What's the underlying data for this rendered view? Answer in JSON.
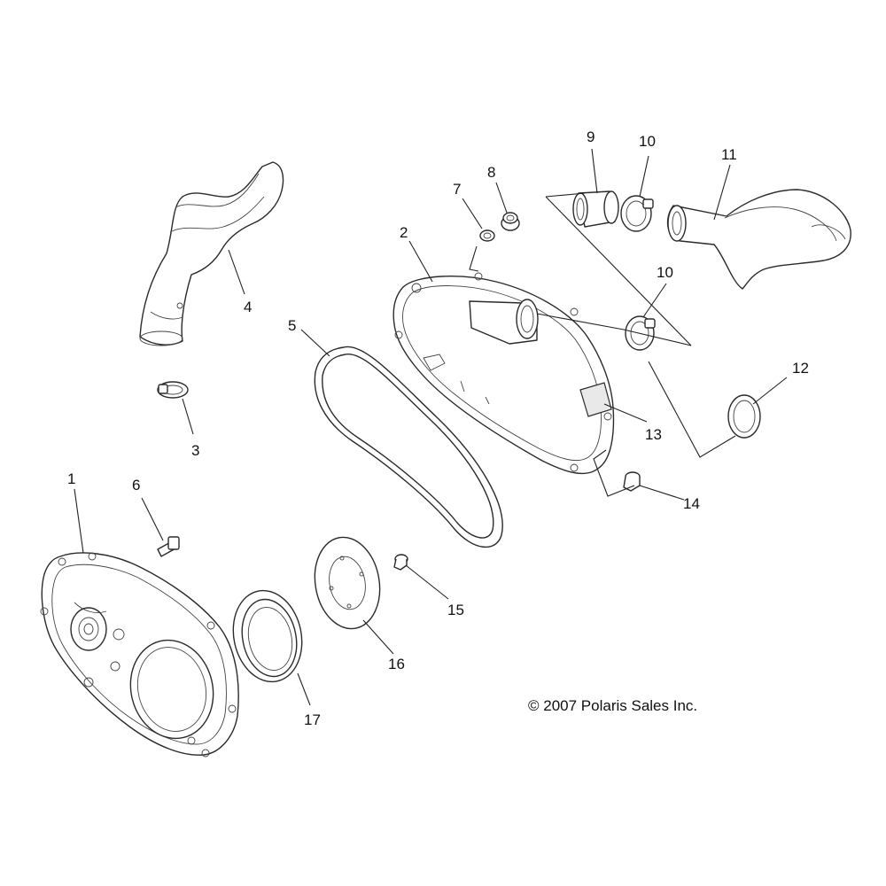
{
  "diagram": {
    "callouts": {
      "c1": "1",
      "c2": "2",
      "c3": "3",
      "c4": "4",
      "c5": "5",
      "c6": "6",
      "c7": "7",
      "c8": "8",
      "c9": "9",
      "c10a": "10",
      "c10b": "10",
      "c11": "11",
      "c12": "12",
      "c13": "13",
      "c14": "14",
      "c15": "15",
      "c16": "16",
      "c17": "17"
    },
    "copyright": "© 2007 Polaris Sales Inc."
  }
}
